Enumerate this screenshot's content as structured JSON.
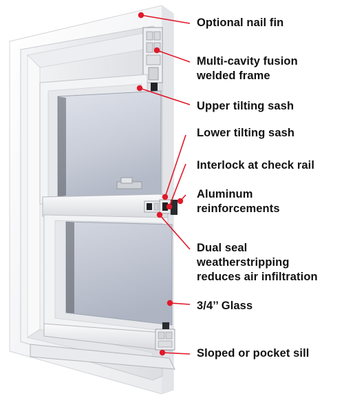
{
  "colors": {
    "callout": "#e0192a",
    "frame_light": "#f7f7f8",
    "frame_mid": "#e2e3e6",
    "frame_shadow": "#b9bbc0",
    "glass_top": "#d9dde6",
    "glass_bottom": "#b7bdc9",
    "label_text": "#111111"
  },
  "callouts": [
    {
      "id": "nail-fin",
      "lines": [
        "Optional nail fin"
      ]
    },
    {
      "id": "fusion-frame",
      "lines": [
        "Multi-cavity fusion",
        "welded frame"
      ]
    },
    {
      "id": "upper-sash",
      "lines": [
        "Upper tilting sash"
      ]
    },
    {
      "id": "lower-sash",
      "lines": [
        "Lower tilting sash"
      ]
    },
    {
      "id": "interlock",
      "lines": [
        "Interlock at check rail"
      ]
    },
    {
      "id": "aluminum",
      "lines": [
        "Aluminum",
        "reinforcements"
      ]
    },
    {
      "id": "dual-seal",
      "lines": [
        "Dual seal",
        "weatherstripping",
        "reduces air infiltration"
      ]
    },
    {
      "id": "glass",
      "lines": [
        "3/4’’ Glass"
      ]
    },
    {
      "id": "sill",
      "lines": [
        "Sloped or pocket sill"
      ]
    }
  ]
}
